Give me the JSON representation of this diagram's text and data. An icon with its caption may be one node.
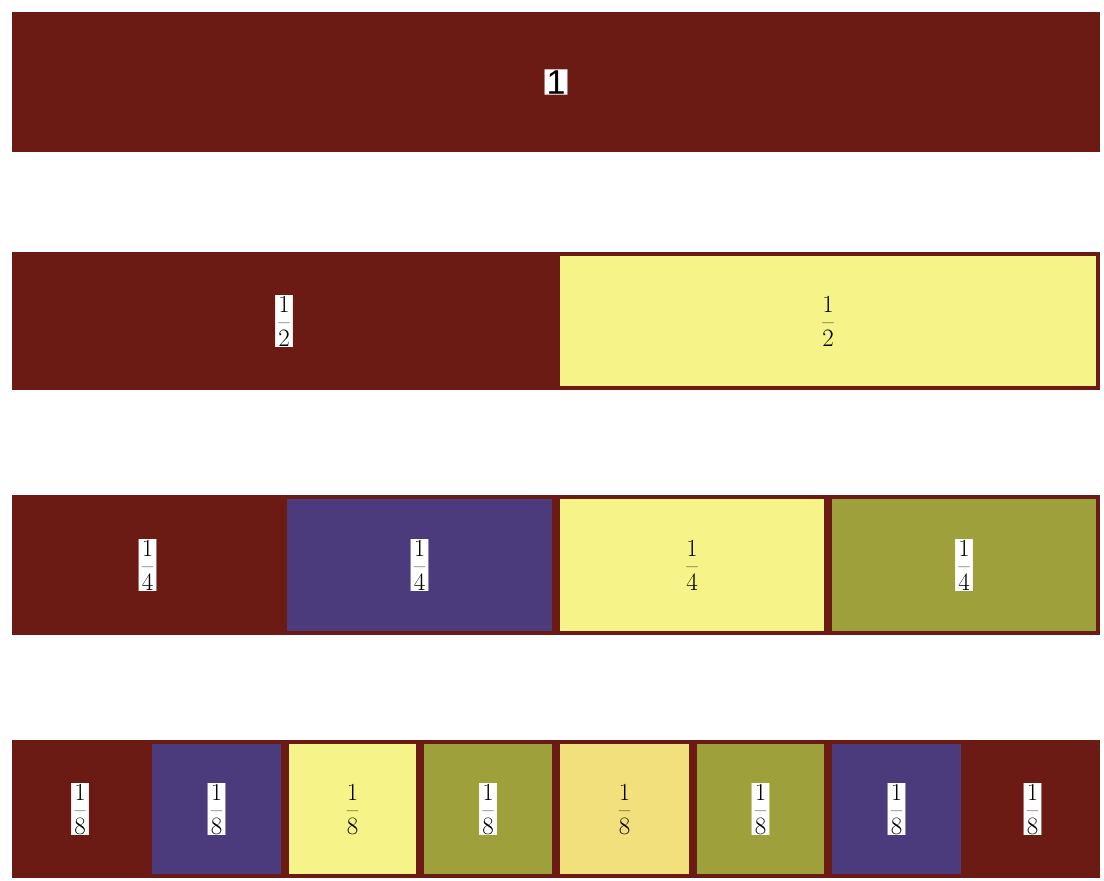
{
  "diagram": {
    "nodes": [
      {
        "text": [
          "1"
        ]
      },
      {
        "text": [
          "\\frac{1}{2}"
        ]
      },
      {
        "text": [
          "\\frac{1}{2}"
        ]
      },
      {
        "text": [
          "\\frac{1}{4}"
        ]
      },
      {
        "text": [
          "\\frac{1}{4}"
        ]
      },
      {
        "text": [
          "\\frac{1}{4}"
        ]
      },
      {
        "text": [
          "\\frac{1}{4}"
        ]
      },
      {
        "text": [
          "\\frac{1}{8}"
        ]
      },
      {
        "text": [
          "\\frac{1}{8}"
        ]
      },
      {
        "text": [
          "\\frac{1}{8}"
        ]
      },
      {
        "text": [
          "\\frac{1}{8}"
        ]
      },
      {
        "text": [
          "\\frac{1}{8}"
        ]
      },
      {
        "text": [
          "\\frac{1}{8}"
        ]
      },
      {
        "text": [
          "\\frac{1}{8}"
        ]
      },
      {
        "text": [
          "\\frac{1}{8}"
        ]
      }
    ]
  }
}
